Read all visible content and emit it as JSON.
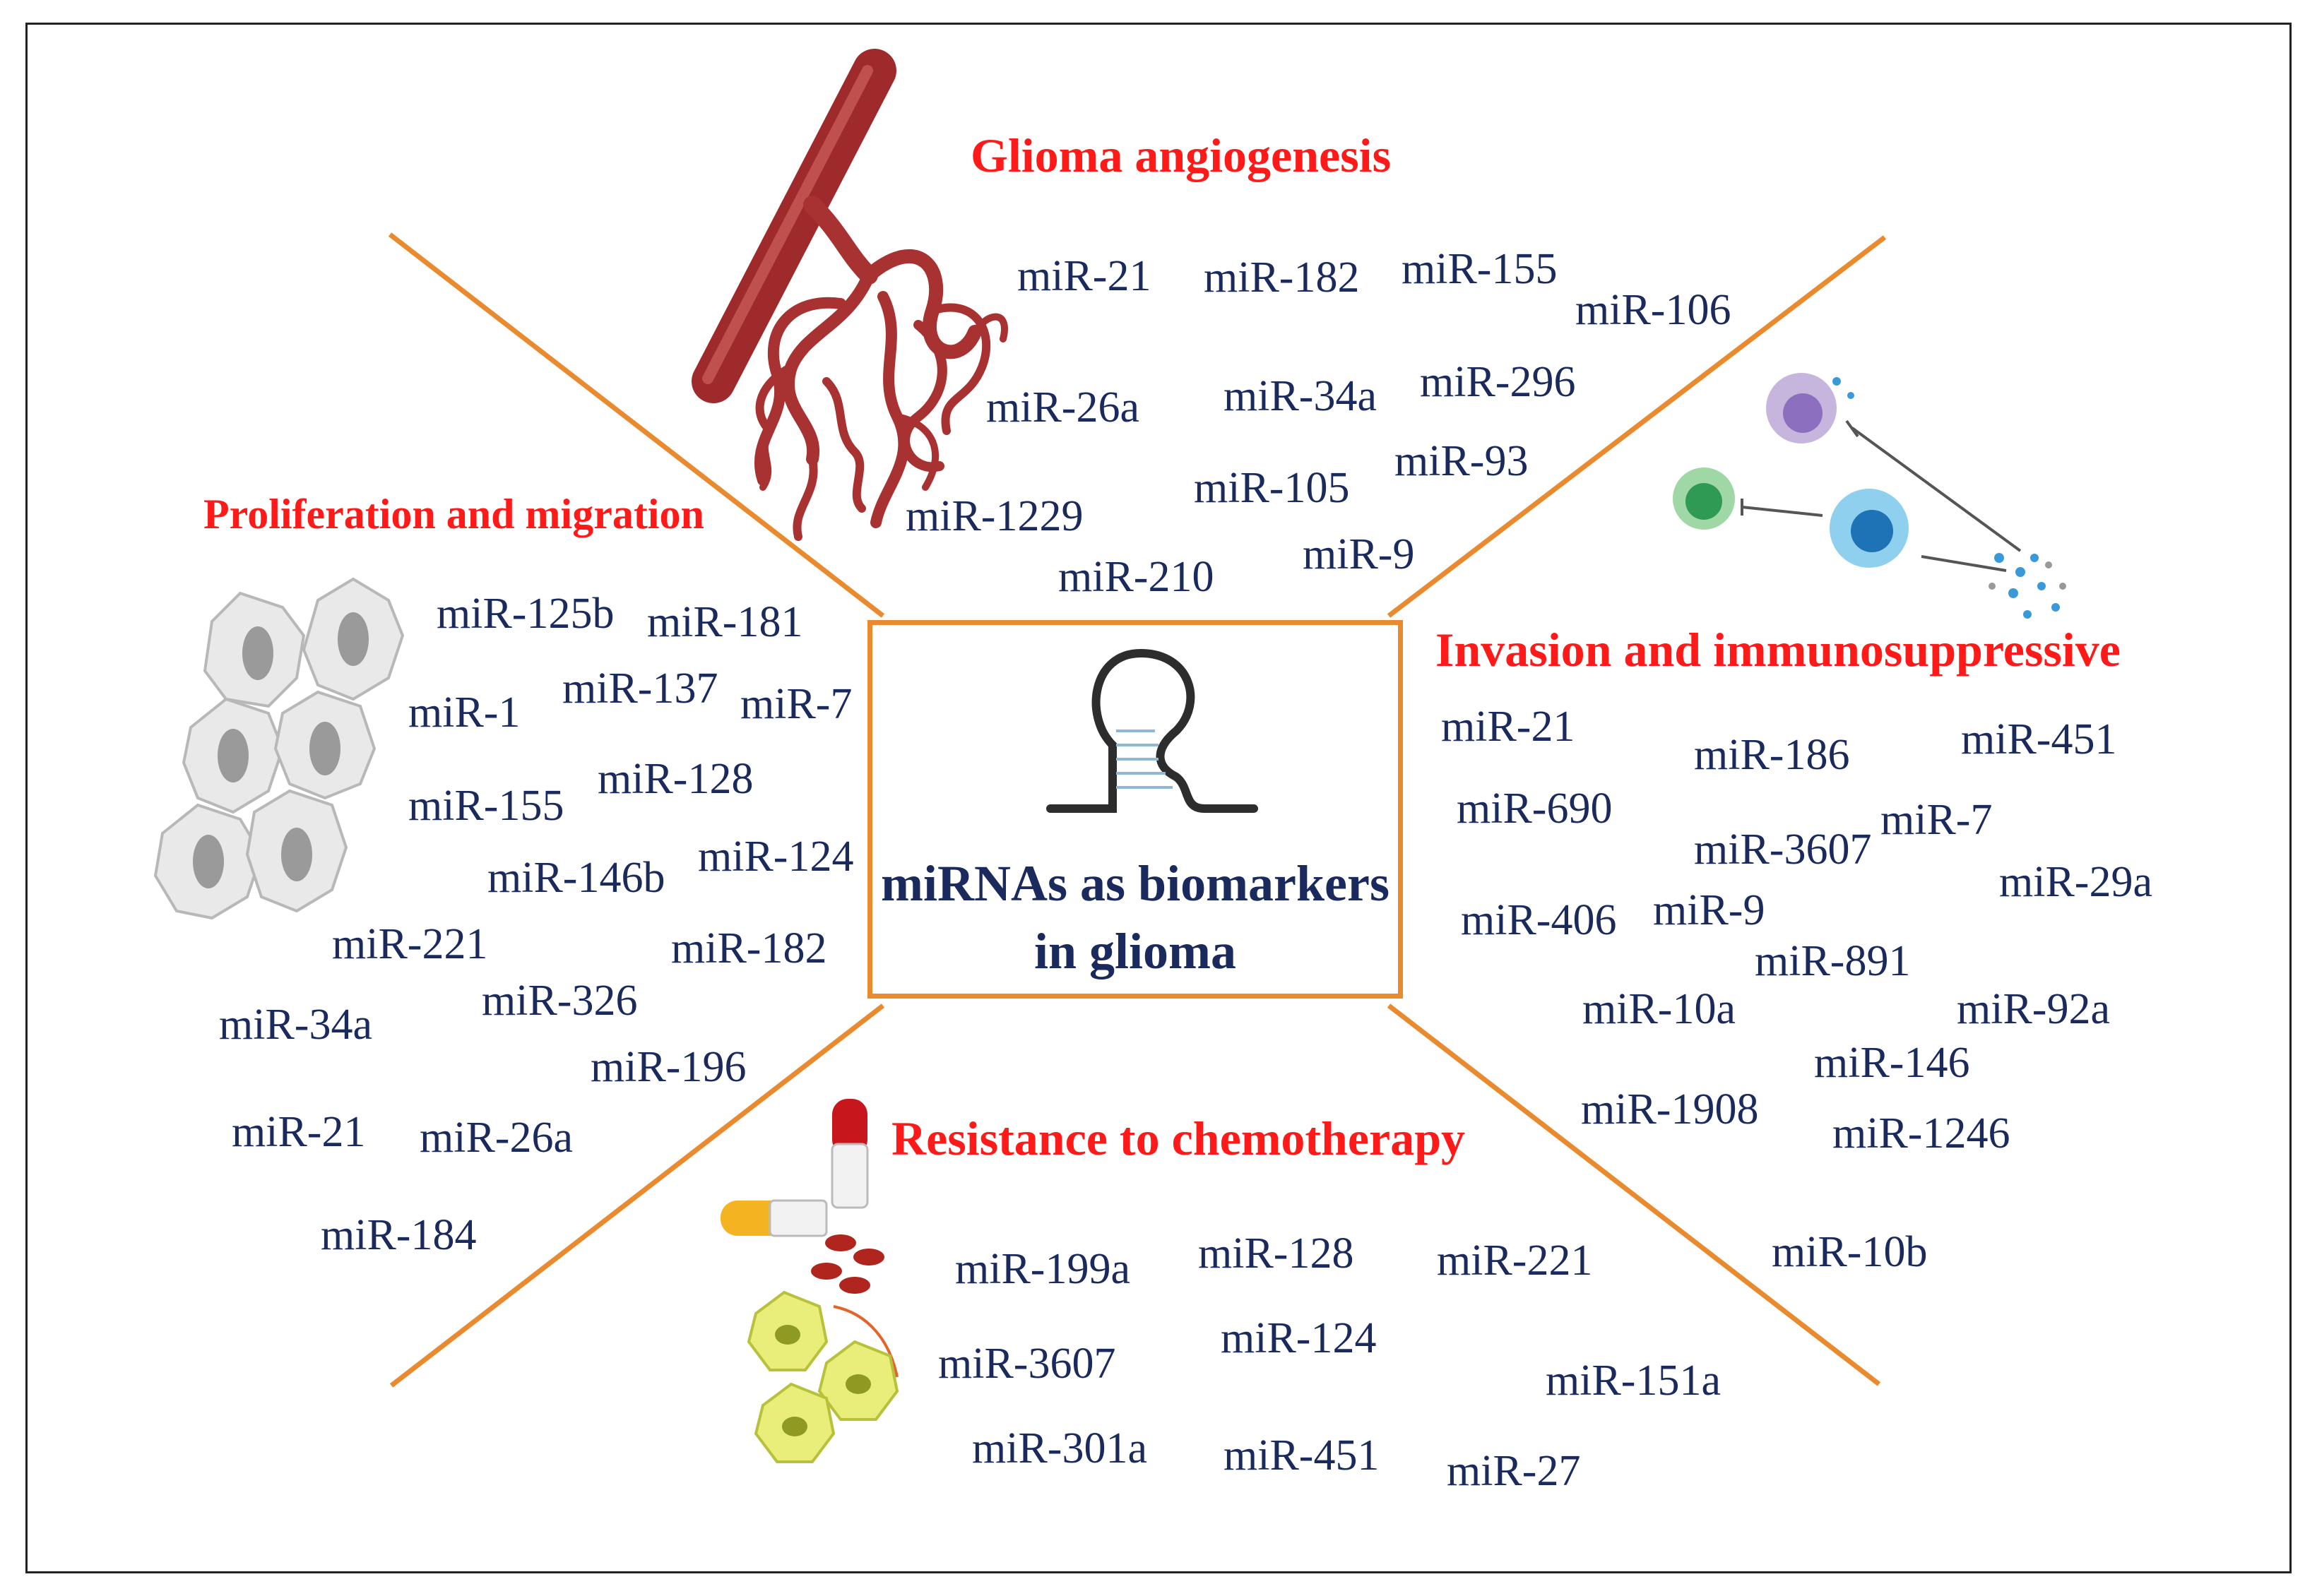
{
  "colors": {
    "heading": "#ff1a1a",
    "mirna": "#1b2a5c",
    "divider": "#e98a2e",
    "center_title": "#1b2a5c"
  },
  "center": {
    "line1": "miRNAs as biomarkers",
    "line2": "in glioma",
    "icon": "rna-hairpin-icon"
  },
  "sections": {
    "angiogenesis": {
      "heading": "Glioma angiogenesis",
      "icon": "blood-vessel-icon",
      "mirnas": [
        "miR-21",
        "miR-182",
        "miR-155",
        "miR-106",
        "miR-26a",
        "miR-34a",
        "miR-296",
        "miR-105",
        "miR-93",
        "miR-1229",
        "miR-210",
        "miR-9"
      ]
    },
    "proliferation": {
      "heading": "Proliferation and migration",
      "icon": "tumor-cells-icon",
      "mirnas": [
        "miR-125b",
        "miR-181",
        "miR-1",
        "miR-137",
        "miR-7",
        "miR-155",
        "miR-128",
        "miR-146b",
        "miR-124",
        "miR-221",
        "miR-182",
        "miR-34a",
        "miR-326",
        "miR-196",
        "miR-21",
        "miR-26a",
        "miR-184"
      ]
    },
    "invasion": {
      "heading": "Invasion and immunosuppressive",
      "icon": "immune-cells-icon",
      "mirnas": [
        "miR-21",
        "miR-186",
        "miR-451",
        "miR-690",
        "miR-3607",
        "miR-7",
        "miR-29a",
        "miR-406",
        "miR-9",
        "miR-891",
        "miR-10a",
        "miR-92a",
        "miR-146",
        "miR-1908",
        "miR-1246",
        "miR-10b"
      ]
    },
    "chemoresistance": {
      "heading": "Resistance to chemotherapy",
      "icon": "drug-capsule-icon",
      "mirnas": [
        "miR-199a",
        "miR-128",
        "miR-221",
        "miR-3607",
        "miR-124",
        "miR-151a",
        "miR-301a",
        "miR-451",
        "miR-27"
      ]
    }
  }
}
